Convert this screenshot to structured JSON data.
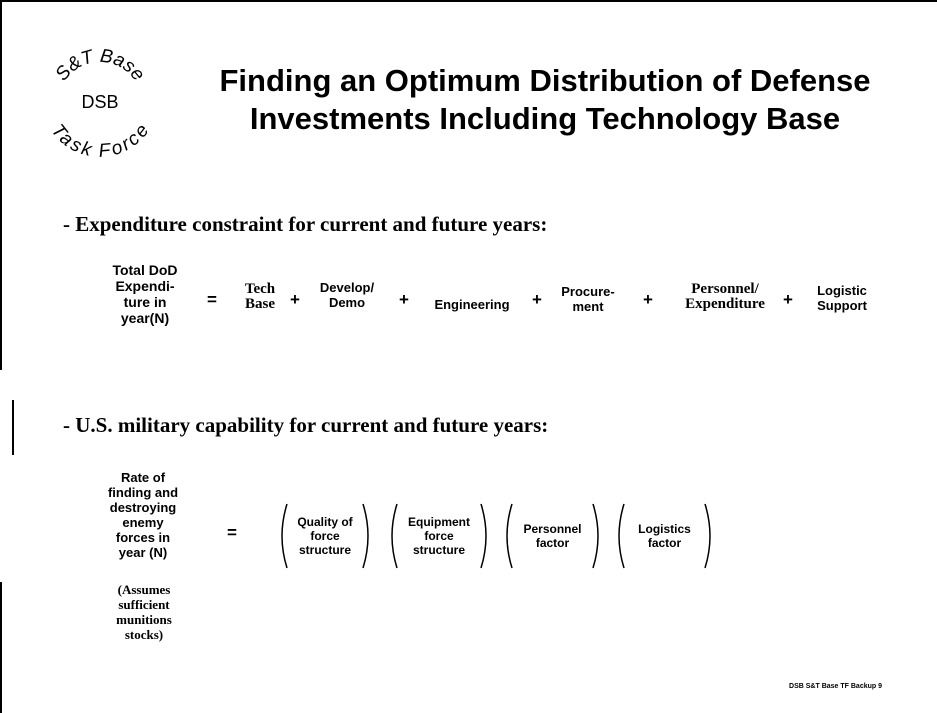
{
  "logo": {
    "top_arc": "S&T Base",
    "center": "DSB",
    "bottom_arc": "Task Force"
  },
  "title": "Finding an Optimum Distribution of Defense\nInvestments Including Technology Base",
  "section1": {
    "bullet": "- Expenditure constraint for current and future years:",
    "lhs": "Total DoD\nExpendi-\nture in\nyear(N)",
    "equals": "=",
    "terms": [
      "Tech\nBase",
      "Develop/\nDemo",
      "Engineering",
      "Procure-\nment",
      "Personnel/\nExpenditure",
      "Logistic\nSupport"
    ],
    "plus": "+"
  },
  "section2": {
    "bullet": "- U.S. military capability for current and future years:",
    "lhs": "Rate of\nfinding and\ndestroying\nenemy\nforces in\nyear (N)",
    "equals": "=",
    "note": "(Assumes\nsufficient\nmunitions\nstocks)",
    "factors": [
      "Quality of\nforce\nstructure",
      "Equipment\nforce\nstructure",
      "Personnel\nfactor",
      "Logistics\nfactor"
    ]
  },
  "footer": "DSB S&T Base TF Backup 9"
}
